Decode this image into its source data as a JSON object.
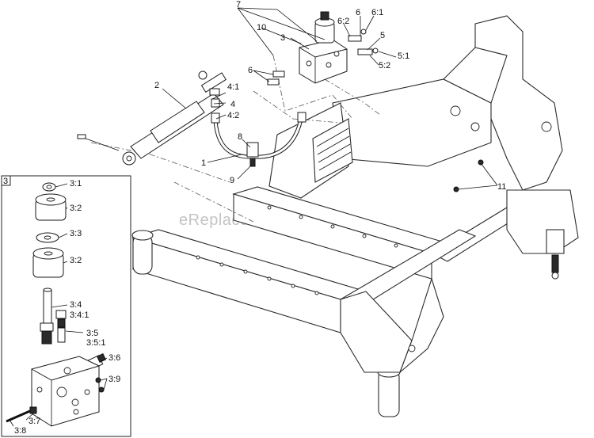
{
  "watermark": "eReplacementParts.com",
  "inset": {
    "tag": "3"
  },
  "labels": {
    "l1": "1",
    "l2": "2",
    "l3": "3",
    "l4": "4",
    "l4_1": "4:1",
    "l4_2": "4:2",
    "l5": "5",
    "l5_1": "5:1",
    "l5_2": "5:2",
    "l6a": "6",
    "l6b": "6",
    "l6_1": "6:1",
    "l6_2": "6:2",
    "l7": "7",
    "l8": "8",
    "l9": "9",
    "l10": "10",
    "l11": "11",
    "i3_1": "3:1",
    "i3_2a": "3:2",
    "i3_3": "3:3",
    "i3_2b": "3:2",
    "i3_4": "3:4",
    "i3_4_1": "3:4:1",
    "i3_5": "3:5",
    "i3_5_1": "3:5:1",
    "i3_6": "3:6",
    "i3_7": "3:7",
    "i3_8": "3:8",
    "i3_9": "3:9"
  }
}
